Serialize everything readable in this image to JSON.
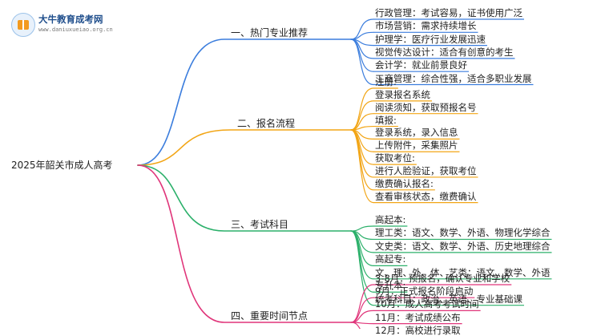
{
  "logo": {
    "name": "大牛教育成考网",
    "url": "www.daniuxueiao.org.cn"
  },
  "root": "2025年韶关市成人高考",
  "branches": [
    {
      "label": "一、热门专业推荐",
      "color": "#3b7ddd",
      "items": [
        "行政管理：考试容易，证书使用广泛",
        "市场营销：需求持续增长",
        "护理学：医疗行业发展迅速",
        "视觉传达设计：适合有创意的考生",
        "会计学：就业前景良好",
        "工商管理：综合性强，适合多职业发展"
      ]
    },
    {
      "label": "二、报名流程",
      "color": "#f2a515",
      "items": [
        "注册:",
        "登录报名系统",
        "阅读须知，获取预报名号",
        "填报:",
        "登录系统，录入信息",
        "上传附件，采集照片",
        "获取考位:",
        "进行人脸验证，获取考位",
        "缴费确认报名:",
        "查看审核状态，缴费确认"
      ]
    },
    {
      "label": "三、考试科目",
      "color": "#2bb06a",
      "items": [
        "高起本:",
        "理工类：语文、数学、外语、物理化学综合",
        "文史类：语文、数学、外语、历史地理综合",
        "高起专:",
        "文、理、外、体、艺类：语文、数学、外语",
        "专升本:",
        "统考科目：政治、英语、专业基础课"
      ]
    },
    {
      "label": "四、重要时间节点",
      "color": "#e0357a",
      "items": [
        "3-8月：预报名，确认专业和学校",
        "9月：正式报名阶段启动",
        "10月：成人高考考试时间",
        "11月：考试成绩公布",
        "12月：高校进行录取"
      ]
    }
  ]
}
